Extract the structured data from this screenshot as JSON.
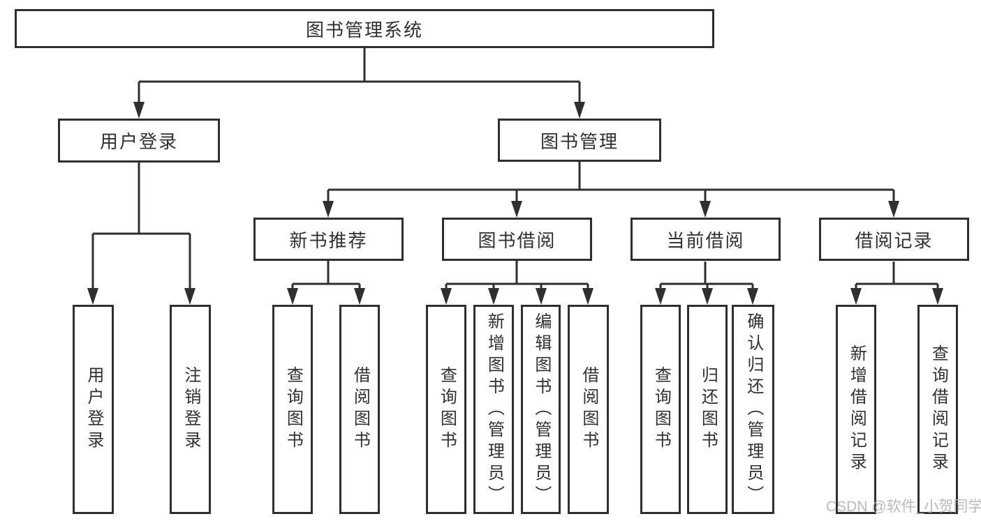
{
  "colors": {
    "line": "#2f2f2f",
    "text": "#303030",
    "watermark": "#b3b3b3",
    "background": "#ffffff"
  },
  "root": {
    "label": "图书管理系统"
  },
  "level2": [
    {
      "label": "用户登录"
    },
    {
      "label": "图书管理"
    }
  ],
  "level3": [
    {
      "label": "新书推荐",
      "parent": "图书管理"
    },
    {
      "label": "图书借阅",
      "parent": "图书管理"
    },
    {
      "label": "当前借阅",
      "parent": "图书管理"
    },
    {
      "label": "借阅记录",
      "parent": "图书管理"
    }
  ],
  "leaves": [
    {
      "label": "用户登录",
      "parent": "用户登录"
    },
    {
      "label": "注销登录",
      "parent": "用户登录"
    },
    {
      "label": "查询图书",
      "parent": "新书推荐"
    },
    {
      "label": "借阅图书",
      "parent": "新书推荐"
    },
    {
      "label": "查询图书",
      "parent": "图书借阅"
    },
    {
      "label": "新增图书（管理员）",
      "parent": "图书借阅"
    },
    {
      "label": "编辑图书（管理员）",
      "parent": "图书借阅"
    },
    {
      "label": "借阅图书",
      "parent": "图书借阅"
    },
    {
      "label": "查询图书",
      "parent": "当前借阅"
    },
    {
      "label": "归还图书",
      "parent": "当前借阅"
    },
    {
      "label": "确认归还（管理员）",
      "parent": "当前借阅"
    },
    {
      "label": "新增借阅记录",
      "parent": "借阅记录"
    },
    {
      "label": "查询借阅记录",
      "parent": "借阅记录"
    }
  ],
  "watermark": "CSDN @软件_小贺同学"
}
